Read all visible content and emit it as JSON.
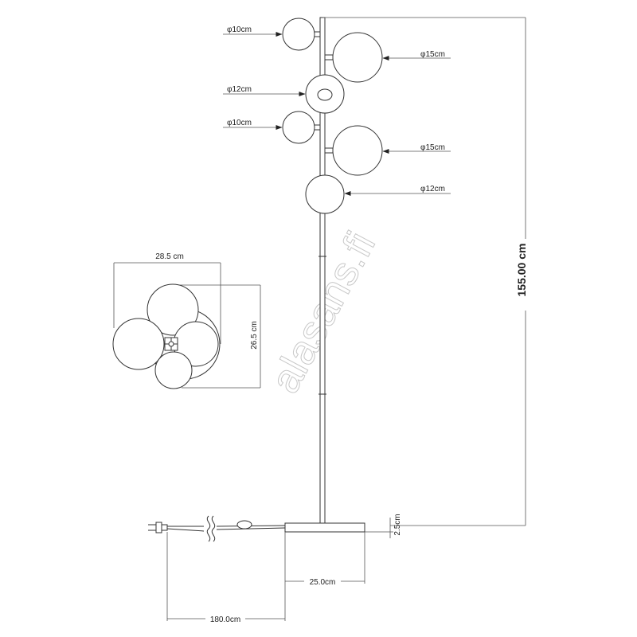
{
  "watermark": "alasans.fi",
  "colors": {
    "line": "#333333",
    "watermark": "#c8c8c8",
    "background": "#ffffff"
  },
  "side_view": {
    "globes": [
      {
        "label": "φ10cm"
      },
      {
        "label": "φ15cm"
      },
      {
        "label": "φ12cm"
      },
      {
        "label": "φ10cm"
      },
      {
        "label": "φ15cm"
      },
      {
        "label": "φ12cm"
      }
    ],
    "total_height": "155.00 cm",
    "base_height": "2.5cm",
    "base_width": "25.0cm",
    "cable_length": "180.0cm"
  },
  "top_view": {
    "width": "28.5 cm",
    "depth": "26.5 cm"
  }
}
